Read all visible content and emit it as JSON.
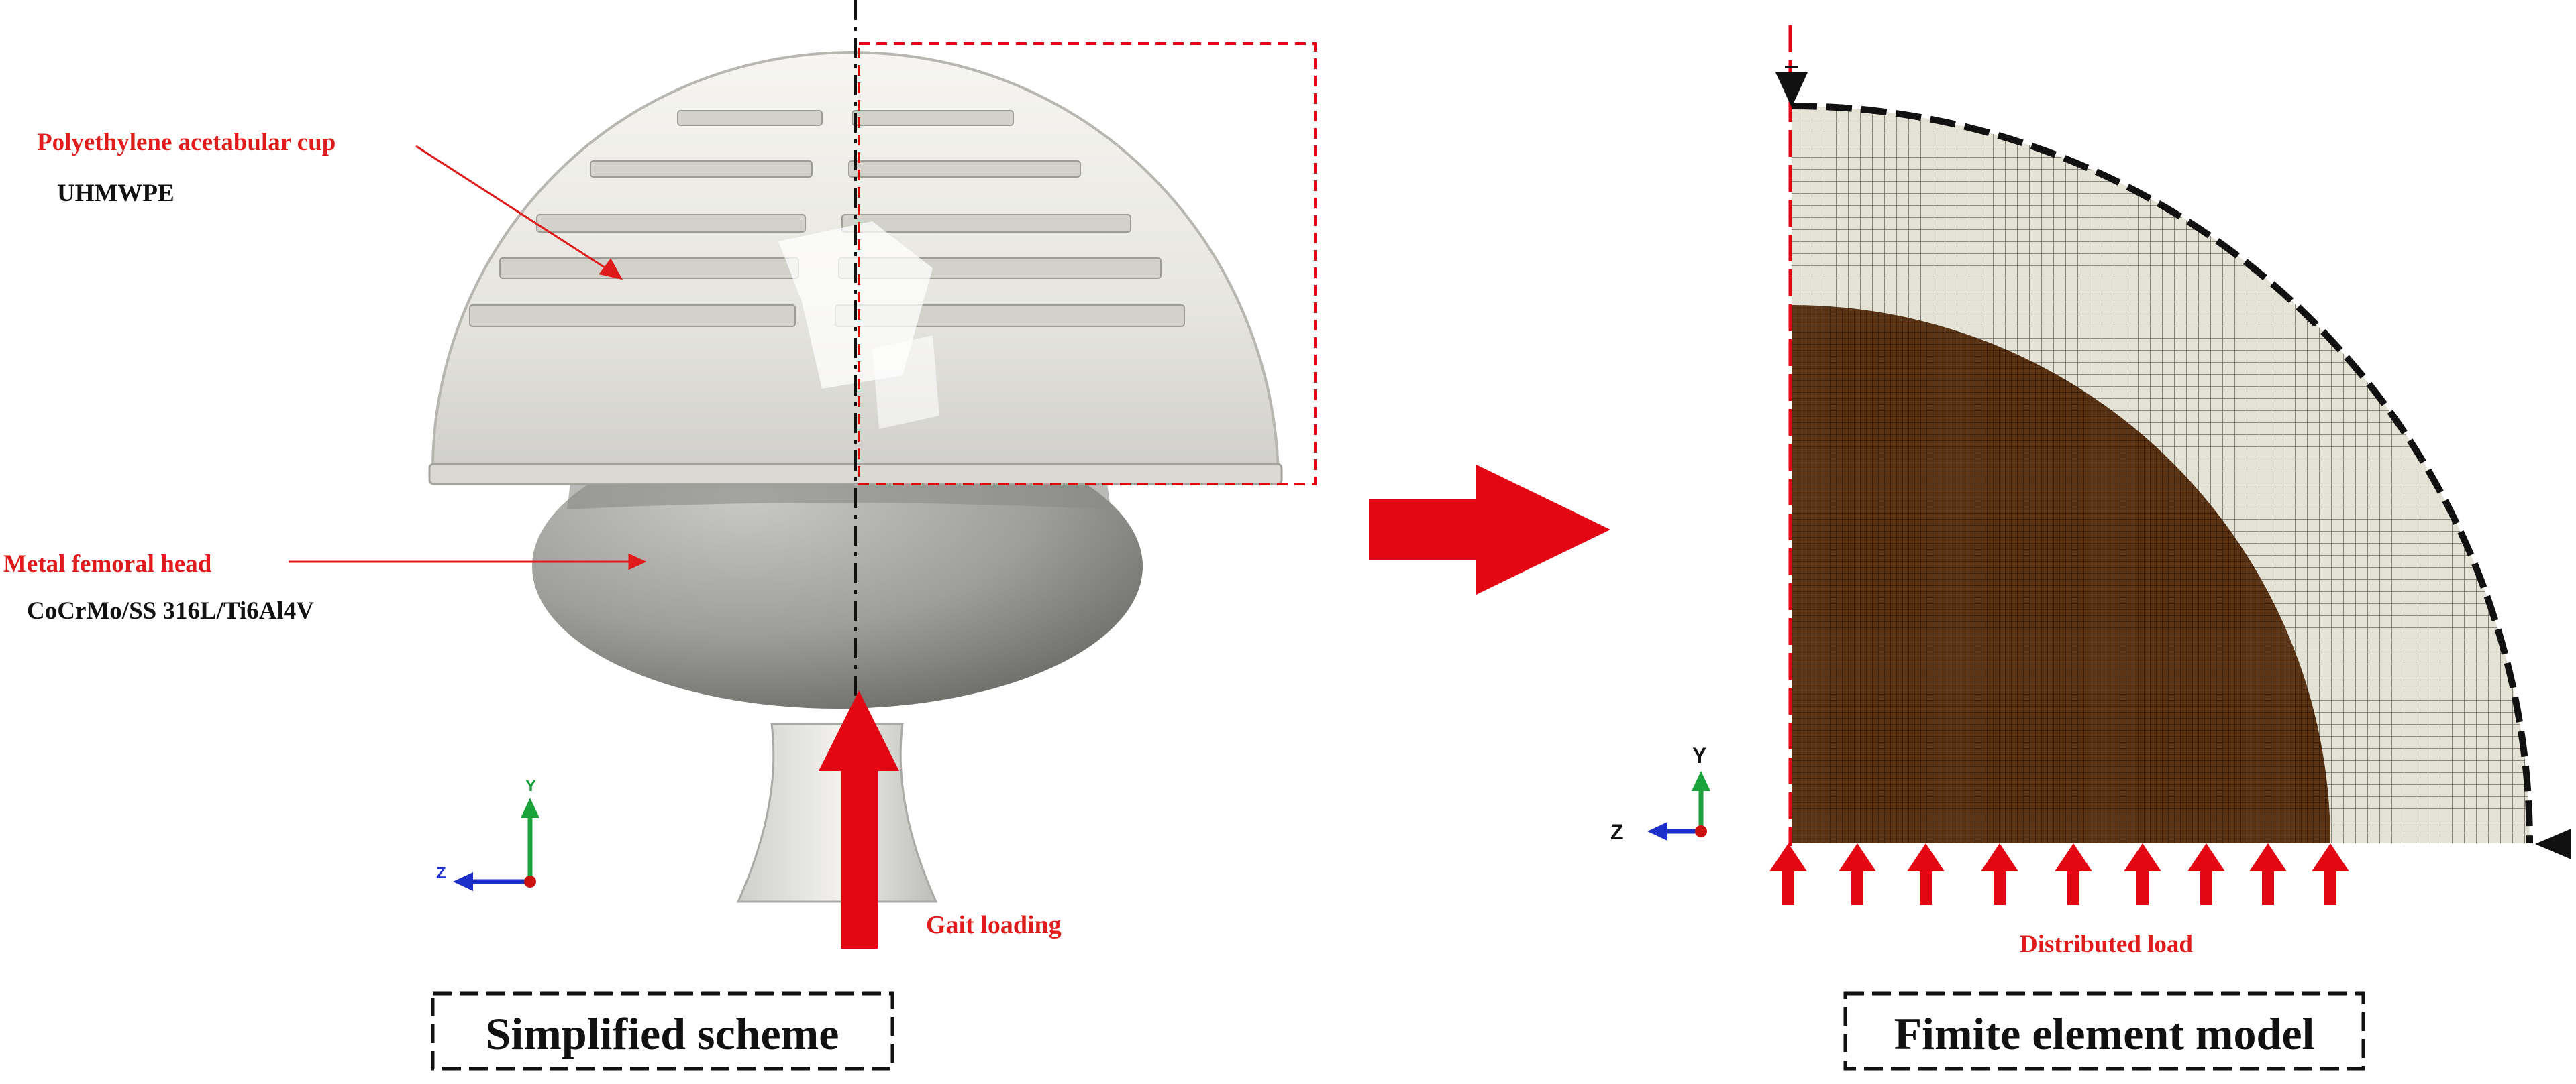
{
  "left_panel": {
    "caption": "Simplified scheme",
    "cup_label": "Polyethylene acetabular cup",
    "cup_material": "UHMWPE",
    "head_label": "Metal femoral head",
    "head_material": "CoCrMo/SS 316L/Ti6Al4V",
    "load_label": "Gait loading",
    "axis_y": "Y",
    "axis_z": "Z"
  },
  "right_panel": {
    "caption": "Fimite element model",
    "load_label": "Distributed load",
    "axis_y": "Y",
    "axis_z": "Z"
  },
  "colors": {
    "accent_red": "#e30613",
    "label_red": "#e01b1b",
    "cup_white": "#e8e7e1",
    "head_gray": "#9c9c9a",
    "mesh_brown": "#5a3414",
    "mesh_cream": "#e4e2d4",
    "axis_green": "#1aa33a",
    "axis_blue": "#1c2fc9"
  }
}
